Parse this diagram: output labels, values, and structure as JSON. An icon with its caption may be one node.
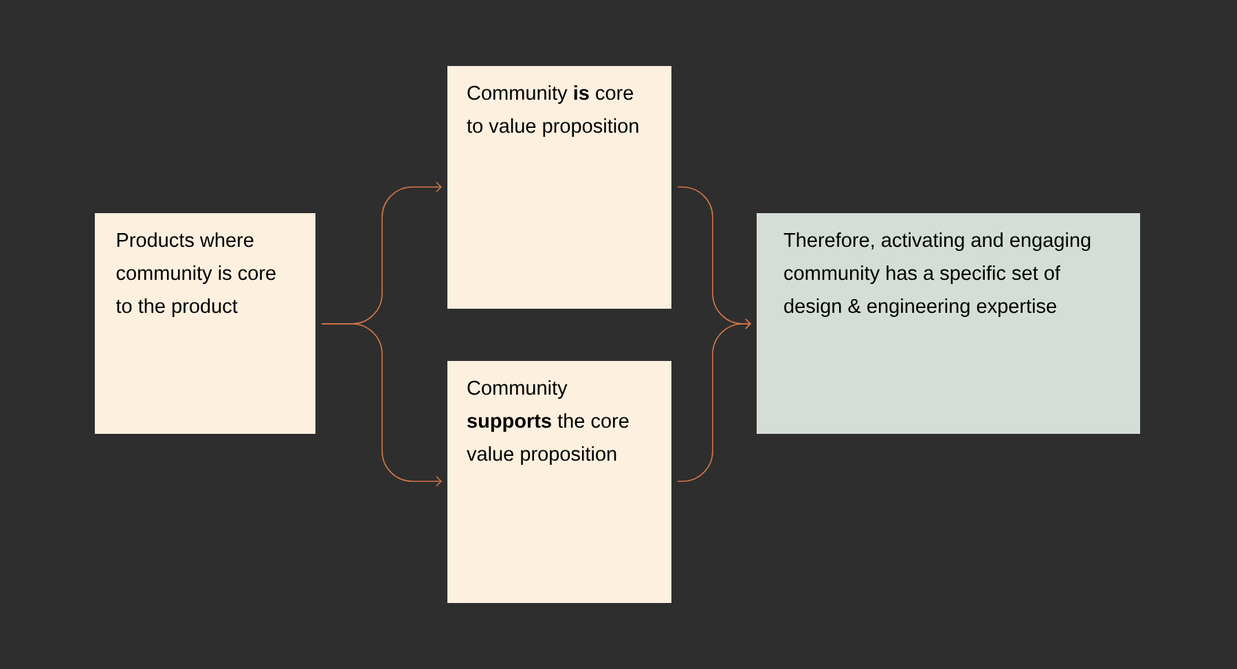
{
  "diagram": {
    "nodes": [
      {
        "text": [
          "Products where community is core to the product"
        ]
      },
      {
        "text": [
          "Community **is** core to value proposition"
        ]
      },
      {
        "text": [
          "Community **supports** the core value proposition"
        ]
      },
      {
        "text": [
          "Therefore, activating and engaging community has a specific set of design & engineering expertise"
        ]
      }
    ],
    "edges": [
      {
        "from": 0,
        "to": 1,
        "arrow": "to"
      },
      {
        "from": 0,
        "to": 2,
        "arrow": "to"
      },
      {
        "from": 1,
        "to": 3,
        "arrow": "to"
      },
      {
        "from": 2,
        "to": 3,
        "arrow": "to"
      }
    ]
  }
}
